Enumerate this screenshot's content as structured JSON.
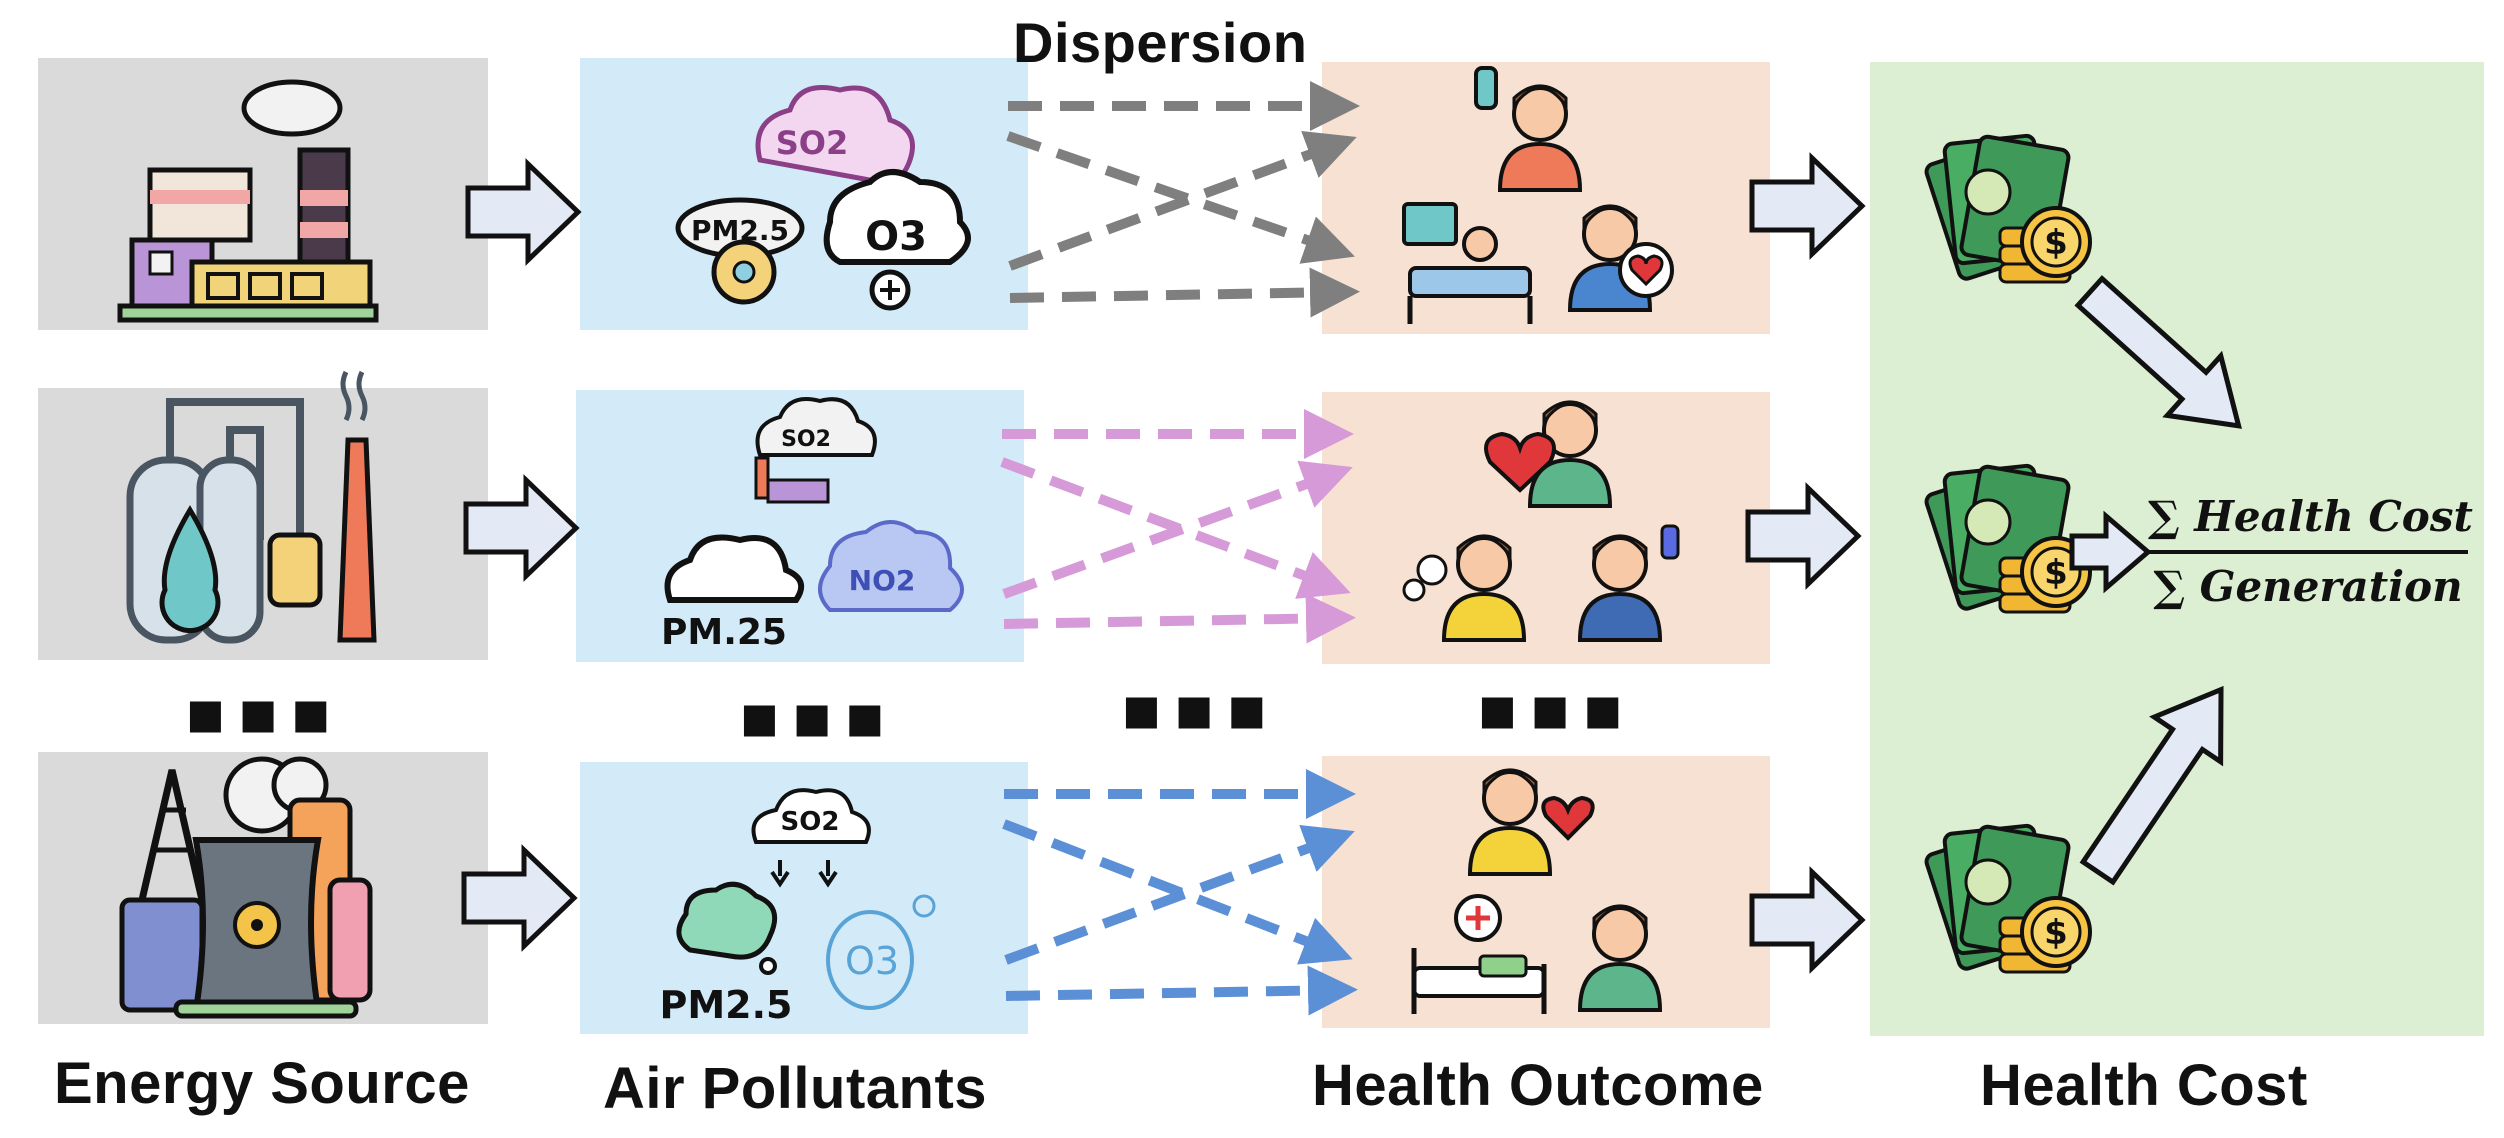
{
  "header": {
    "dispersion": "Dispersion"
  },
  "columns": {
    "energy_source": "Energy Source",
    "air_pollutants": "Air Pollutants",
    "health_outcome": "Health Outcome",
    "health_cost": "Health Cost"
  },
  "ellipsis": "■■■",
  "pollutants": {
    "row1": [
      "SO2",
      "PM2.5",
      "O3"
    ],
    "row2": [
      "SO2",
      "PM.25",
      "NO2"
    ],
    "row3": [
      "SO2",
      "PM2.5",
      "O3"
    ]
  },
  "formula": {
    "numerator": "∑ Health Cost",
    "denominator": "∑ Generation"
  },
  "colors": {
    "gray_box": "#dadada",
    "blue_box": "#d3ebf8",
    "peach_box": "#f7e1d2",
    "green_box": "#dcefd2",
    "row1_dash": "#7f7f7f",
    "row2_dash": "#d79ad8",
    "row3_dash": "#5b8fd6",
    "arrow_fill": "#e3eaf6"
  },
  "icons": [
    "power-plant-icon",
    "gas-refinery-icon",
    "nuclear-plant-icon",
    "so2-cloud-icon",
    "pm25-sensor-icon",
    "ozone-cloud-icon",
    "no2-cloud-icon",
    "factory-smoke-icon",
    "asthma-person-icon",
    "hospital-bed-icon",
    "heart-attack-person-icon",
    "coughing-person-icon",
    "money-stack-icon"
  ]
}
